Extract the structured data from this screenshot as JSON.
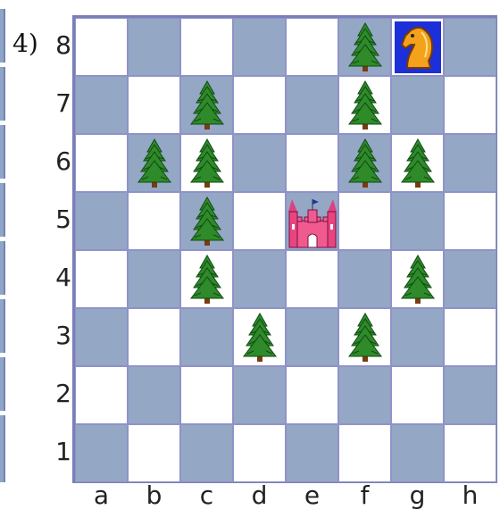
{
  "puzzle": {
    "label": "4)"
  },
  "board": {
    "ranks": [
      "8",
      "7",
      "6",
      "5",
      "4",
      "3",
      "2",
      "1"
    ],
    "files": [
      "a",
      "b",
      "c",
      "d",
      "e",
      "f",
      "g",
      "h"
    ],
    "colors": {
      "light": "#ffffff",
      "dark": "#94a7c5",
      "border": "#7b7fb8"
    },
    "pieces": [
      {
        "square": "f8",
        "type": "tree-icon"
      },
      {
        "square": "g8",
        "type": "knight-icon"
      },
      {
        "square": "c7",
        "type": "tree-icon"
      },
      {
        "square": "f7",
        "type": "tree-icon"
      },
      {
        "square": "b6",
        "type": "tree-icon"
      },
      {
        "square": "c6",
        "type": "tree-icon"
      },
      {
        "square": "f6",
        "type": "tree-icon"
      },
      {
        "square": "g6",
        "type": "tree-icon"
      },
      {
        "square": "c5",
        "type": "tree-icon"
      },
      {
        "square": "e5",
        "type": "castle-icon"
      },
      {
        "square": "c4",
        "type": "tree-icon"
      },
      {
        "square": "g4",
        "type": "tree-icon"
      },
      {
        "square": "d3",
        "type": "tree-icon"
      },
      {
        "square": "f3",
        "type": "tree-icon"
      }
    ]
  }
}
